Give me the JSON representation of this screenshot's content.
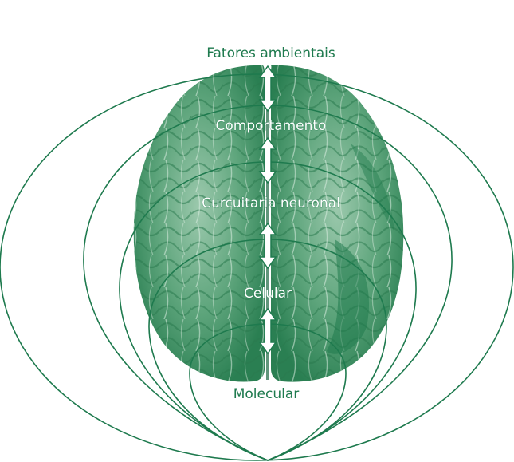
{
  "diagram": {
    "colors": {
      "line": "#1e7a4e",
      "text": "#1e7a4e",
      "brain_dark": "#1f7a4c",
      "brain_mid": "#3f9466",
      "brain_light": "#8fc2a3",
      "arrow_fill": "#ffffff"
    },
    "levels": [
      {
        "label": "Fatores ambientais"
      },
      {
        "label": "Comportamento"
      },
      {
        "label": "Curcuitaria neuronal"
      },
      {
        "label": "Celular"
      },
      {
        "label": "Molecular"
      }
    ],
    "arrows": 4,
    "brain_image": "top-view-brain-illustration",
    "arrow_icon": "double-headed-vertical-arrow-icon"
  }
}
